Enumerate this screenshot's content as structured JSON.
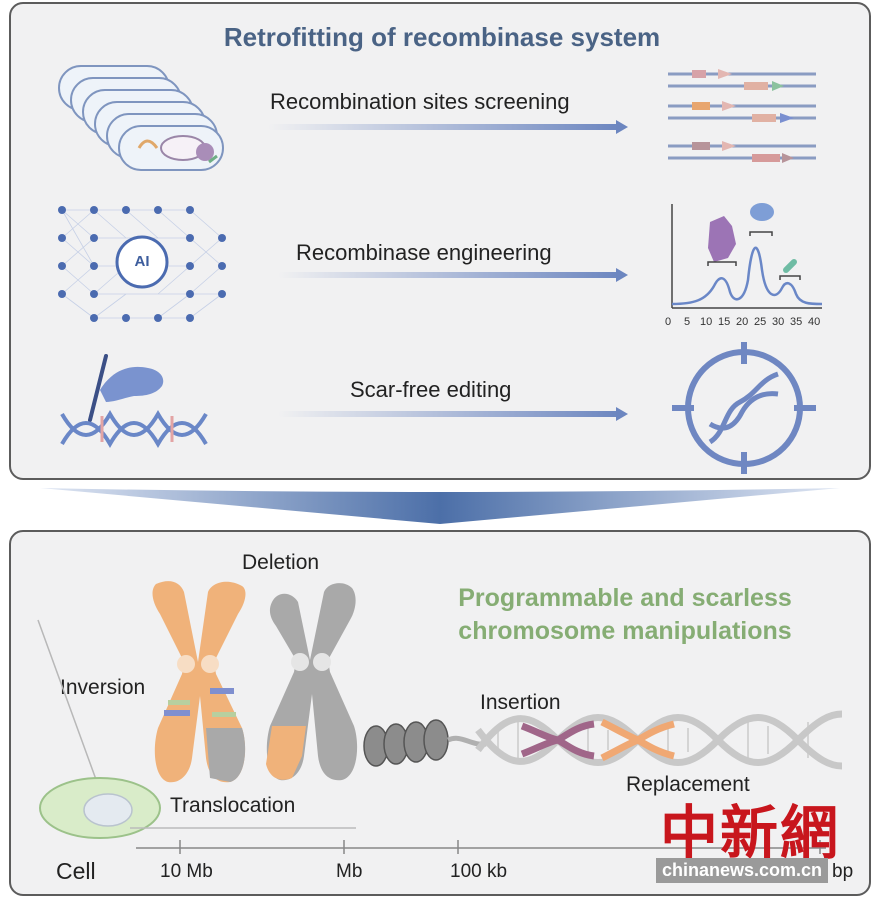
{
  "top_panel": {
    "title": "Retrofitting of recombinase system",
    "steps": [
      {
        "label": "Recombination sites screening"
      },
      {
        "label": "Recombinase engineering"
      },
      {
        "label": "Scar-free editing"
      }
    ],
    "ai_badge": "AI",
    "peak_chart_ticks": [
      "0",
      "5",
      "10",
      "15",
      "20",
      "25",
      "30",
      "35",
      "40"
    ]
  },
  "bottom_panel": {
    "title_line1": "Programmable and scarless",
    "title_line2": "chromosome manipulations",
    "labels": {
      "deletion": "Deletion",
      "inversion": "Inversion",
      "translocation": "Translocation",
      "insertion": "Insertion",
      "replacement": "Replacement"
    },
    "scale": {
      "cell": "Cell",
      "ticks": [
        "10 Mb",
        "Mb",
        "100 kb",
        "bp"
      ]
    }
  },
  "watermark": {
    "chinese": "中新網",
    "url": "chinanews.com.cn"
  },
  "colors": {
    "title_blue": "#4a6385",
    "title_green": "#86ad74",
    "arrow_blue": "#6c86c0",
    "chromosome_orange": "#f0b27a",
    "chromosome_gray": "#a9a9a9",
    "watermark_red": "#c8161d"
  }
}
